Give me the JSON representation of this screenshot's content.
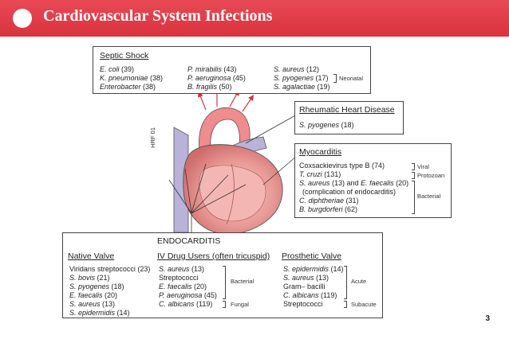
{
  "header": {
    "title": "Cardiovascular System Infections"
  },
  "page_number": "3",
  "figure_code": "HRF 01",
  "septic_shock": {
    "title": "Septic Shock",
    "col1": [
      {
        "org": "E. coli",
        "count": " (39)"
      },
      {
        "org": "K. pneumoniae",
        "count": " (38)"
      },
      {
        "org": "Enterobacter",
        "count": " (38)"
      }
    ],
    "col2": [
      {
        "org": "P. mirabilis",
        "count": " (43)"
      },
      {
        "org": "P. aeruginosa",
        "count": " (45)"
      },
      {
        "org": "B. fragilis",
        "count": " (50)"
      }
    ],
    "col3": [
      {
        "org": "S. aureus",
        "count": " (12)"
      },
      {
        "org": "S. pyogenes",
        "count": " (17)"
      },
      {
        "org": "S. agalactiae",
        "count": " (19)"
      }
    ],
    "note": "Neonatal"
  },
  "rheumatic": {
    "title": "Rheumatic Heart Disease",
    "org": "S. pyogenes",
    "count": " (18)"
  },
  "myocarditis": {
    "title": "Myocarditis",
    "line1": "Coxsackievirus type B (74)",
    "line2_org": "T. cruzi",
    "line2_count": " (131)",
    "line3_org1": "S. aureus",
    "line3_mid": " (13) and ",
    "line3_org2": "E. faecalis",
    "line3_end": " (20)",
    "line4": "(complication of endocarditis)",
    "line5_org": "C. diphtheriae",
    "line5_count": " (31)",
    "line6_org": "B. burgdorferi",
    "line6_count": " (62)",
    "notes": [
      "Viral",
      "Protozoan",
      "Bacterial"
    ]
  },
  "endocarditis": {
    "title": "ENDOCARDITIS",
    "native": {
      "title": "Native Valve",
      "items": [
        {
          "org": "Viridans streptococci",
          "count": " (23)",
          "italic": false
        },
        {
          "org": "S. bovis",
          "count": " (21)",
          "italic": true
        },
        {
          "org": "S. pyogenes",
          "count": " (18)",
          "italic": true
        },
        {
          "org": "E. faecalis",
          "count": " (20)",
          "italic": true
        },
        {
          "org": "S. aureus",
          "count": " (13)",
          "italic": true
        },
        {
          "org": "S. epidermidis",
          "count": " (14)",
          "italic": true
        }
      ]
    },
    "ivdu": {
      "title": "IV Drug Users (often tricuspid)",
      "items": [
        {
          "org": "S. aureus",
          "count": " (13)",
          "italic": true
        },
        {
          "org": "Streptococci",
          "count": "",
          "italic": false
        },
        {
          "org": "E. faecalis",
          "count": " (20)",
          "italic": true
        },
        {
          "org": "P. aeruginosa",
          "count": " (45)",
          "italic": true
        },
        {
          "org": "C. albicans",
          "count": " (119)",
          "italic": true
        }
      ],
      "notes": [
        "Bacterial",
        "Fungal"
      ]
    },
    "prosthetic": {
      "title": "Prosthetic Valve",
      "items": [
        {
          "org": "S. epidermidis",
          "count": " (14)",
          "italic": true
        },
        {
          "org": "S. aureus",
          "count": " (13)",
          "italic": true
        },
        {
          "org": "Gram– bacilli",
          "count": "",
          "italic": false
        },
        {
          "org": "C. albicans",
          "count": " (119)",
          "italic": true
        },
        {
          "org": "Streptococci",
          "count": "",
          "italic": false
        }
      ],
      "notes": [
        "Acute",
        "Subacute"
      ]
    }
  }
}
